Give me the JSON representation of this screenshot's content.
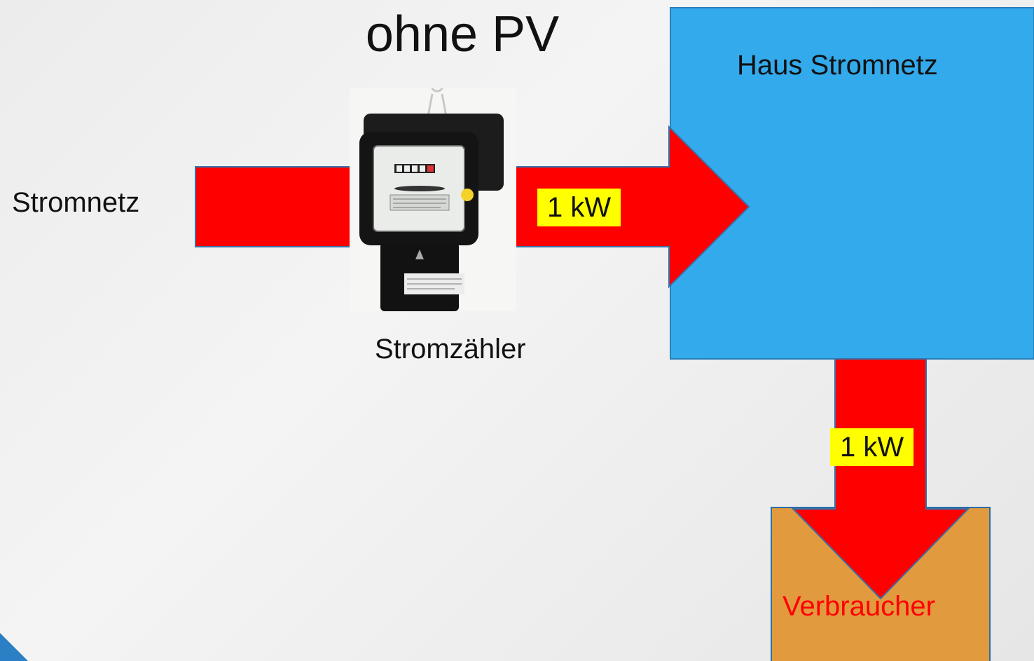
{
  "title": "ohne PV",
  "labels": {
    "grid": "Stromnetz",
    "meter": "Stromzähler",
    "house_grid": "Haus Stromnetz",
    "consumer": "Verbraucher"
  },
  "flows": {
    "grid_to_house": "1 kW",
    "house_to_consumer": "1 kW"
  },
  "colors": {
    "flow_arrow": "#ff0000",
    "house_box": "#33aaec",
    "consumer_box": "#e29a3e",
    "power_label_bg": "#ffff00",
    "consumer_text": "#ff0000"
  }
}
